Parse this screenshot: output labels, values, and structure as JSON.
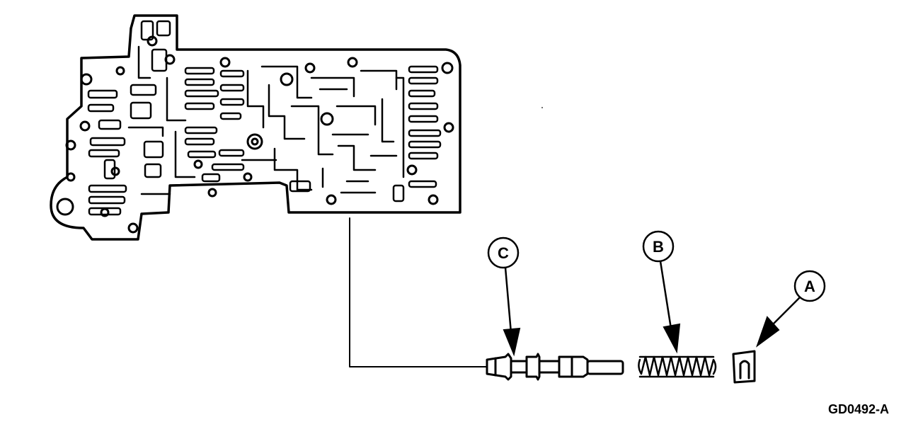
{
  "callouts": {
    "a": "A",
    "b": "B",
    "c": "C"
  },
  "figure_code": "GD0492-A",
  "colors": {
    "ink": "#000000",
    "paper": "#ffffff"
  },
  "icons": {
    "valve_body": "valve-body-plate-drawing",
    "valve": "spool-valve-drawing",
    "spring": "coil-spring-drawing",
    "retainer": "retainer-clip-drawing"
  }
}
